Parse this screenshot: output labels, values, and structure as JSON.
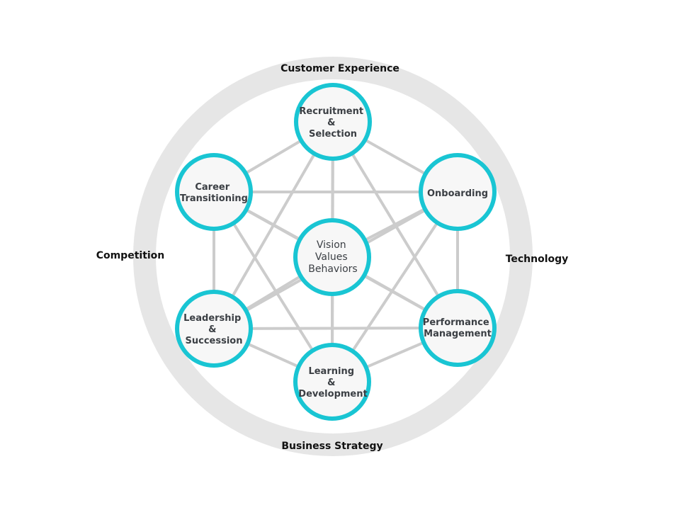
{
  "colors": {
    "outer_ring": "#e6e6e6",
    "inner_fill": "#ffffff",
    "node_border": "#19c5d3",
    "node_fill": "#f7f7f7",
    "connector": "#cccccc",
    "ring_label": "#111111",
    "node_text": "#3b3f44"
  },
  "ring_labels": {
    "top": "Customer Experience",
    "right": "Technology",
    "bottom": "Business Strategy",
    "left": "Competition"
  },
  "center": {
    "lines": [
      "Vision",
      "Values",
      "Behaviors"
    ]
  },
  "nodes": [
    {
      "id": "recruitment",
      "lines": [
        "Recruitment",
        "&",
        "Selection"
      ]
    },
    {
      "id": "onboarding",
      "lines": [
        "Onboarding"
      ]
    },
    {
      "id": "performance",
      "lines": [
        "Performance",
        "Management"
      ]
    },
    {
      "id": "learning",
      "lines": [
        "Learning",
        "&",
        "Development"
      ]
    },
    {
      "id": "leadership",
      "lines": [
        "Leadership",
        "&",
        "Succession"
      ]
    },
    {
      "id": "career",
      "lines": [
        "Career",
        "Transitioning"
      ]
    }
  ]
}
